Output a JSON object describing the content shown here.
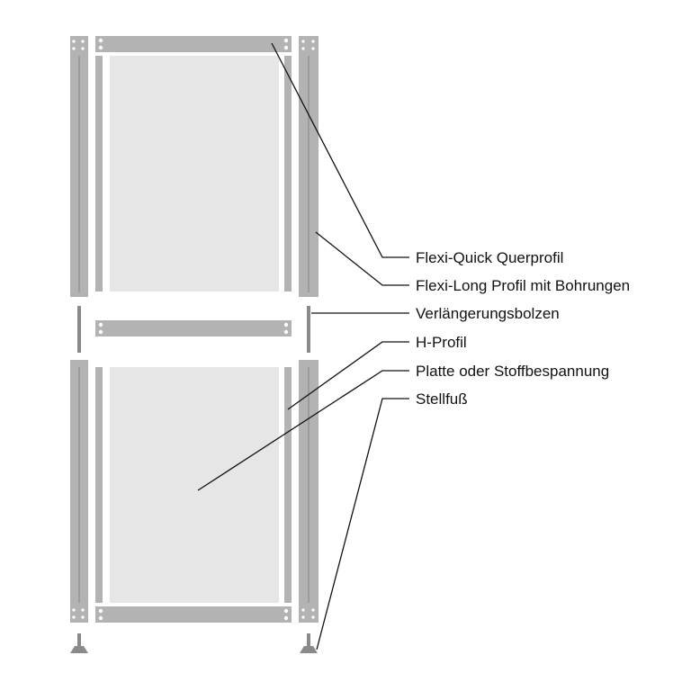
{
  "colors": {
    "profile": "#b3b3b3",
    "profile_dark": "#9c9c9c",
    "panel": "#e6e6e6",
    "bolt": "#8a8a8a",
    "hole": "#ffffff",
    "leader": "#111111"
  },
  "labels": [
    {
      "id": "flexi-quick",
      "text": "Flexi-Quick Querprofil"
    },
    {
      "id": "flexi-long",
      "text": "Flexi-Long Profil mit Bohrungen"
    },
    {
      "id": "bolzen",
      "text": "Verlängerungsbolzen"
    },
    {
      "id": "h-profil",
      "text": "H-Profil"
    },
    {
      "id": "platte",
      "text": "Platte oder Stoffbespannung"
    },
    {
      "id": "stellfuss",
      "text": "Stellfuß"
    }
  ]
}
